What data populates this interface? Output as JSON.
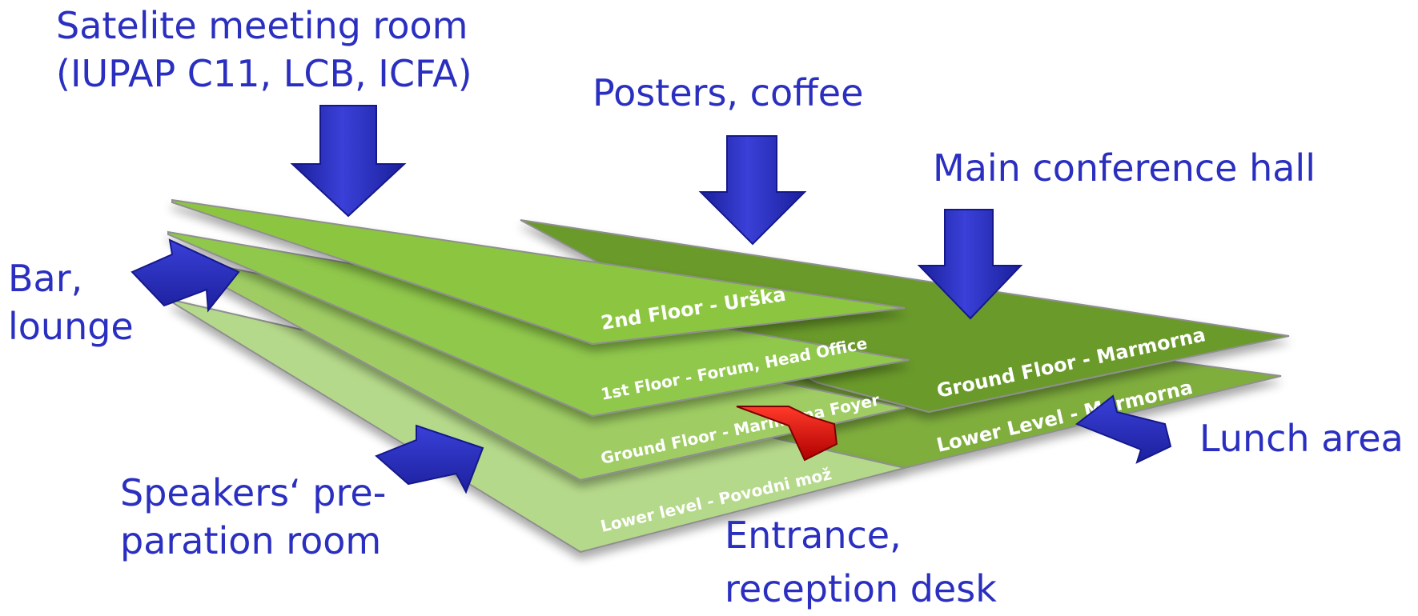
{
  "callouts": {
    "satellite_line1": "Satelite meeting room",
    "satellite_line2": "(IUPAP C11, LCB, ICFA)",
    "posters": "Posters, coffee",
    "main_hall": "Main conference hall",
    "bar_line1": "Bar,",
    "bar_line2": "lounge",
    "speakers_line1": "Speakers‘ pre-",
    "speakers_line2": "paration room",
    "entrance_line1": "Entrance,",
    "entrance_line2": "reception desk",
    "lunch": "Lunch area"
  },
  "floors": {
    "second_floor": "2nd Floor - Urška",
    "first_floor": "1st Floor - Forum, Head Office",
    "ground_floor_left": "Ground Floor - Marmorna Foyer",
    "lower_level_left": "Lower level - Povodni mož",
    "ground_floor_right": "Ground Floor - Marmorna",
    "lower_level_right": "Lower Level - Marmorna"
  },
  "colors": {
    "callout_text": "#2a2fc0",
    "arrow_blue": "#2b30c4",
    "arrow_red": "#e01010",
    "floor_top": "#8cc63f",
    "floor_right": "#6a9a2c",
    "floor_light": "#b5d98a"
  }
}
